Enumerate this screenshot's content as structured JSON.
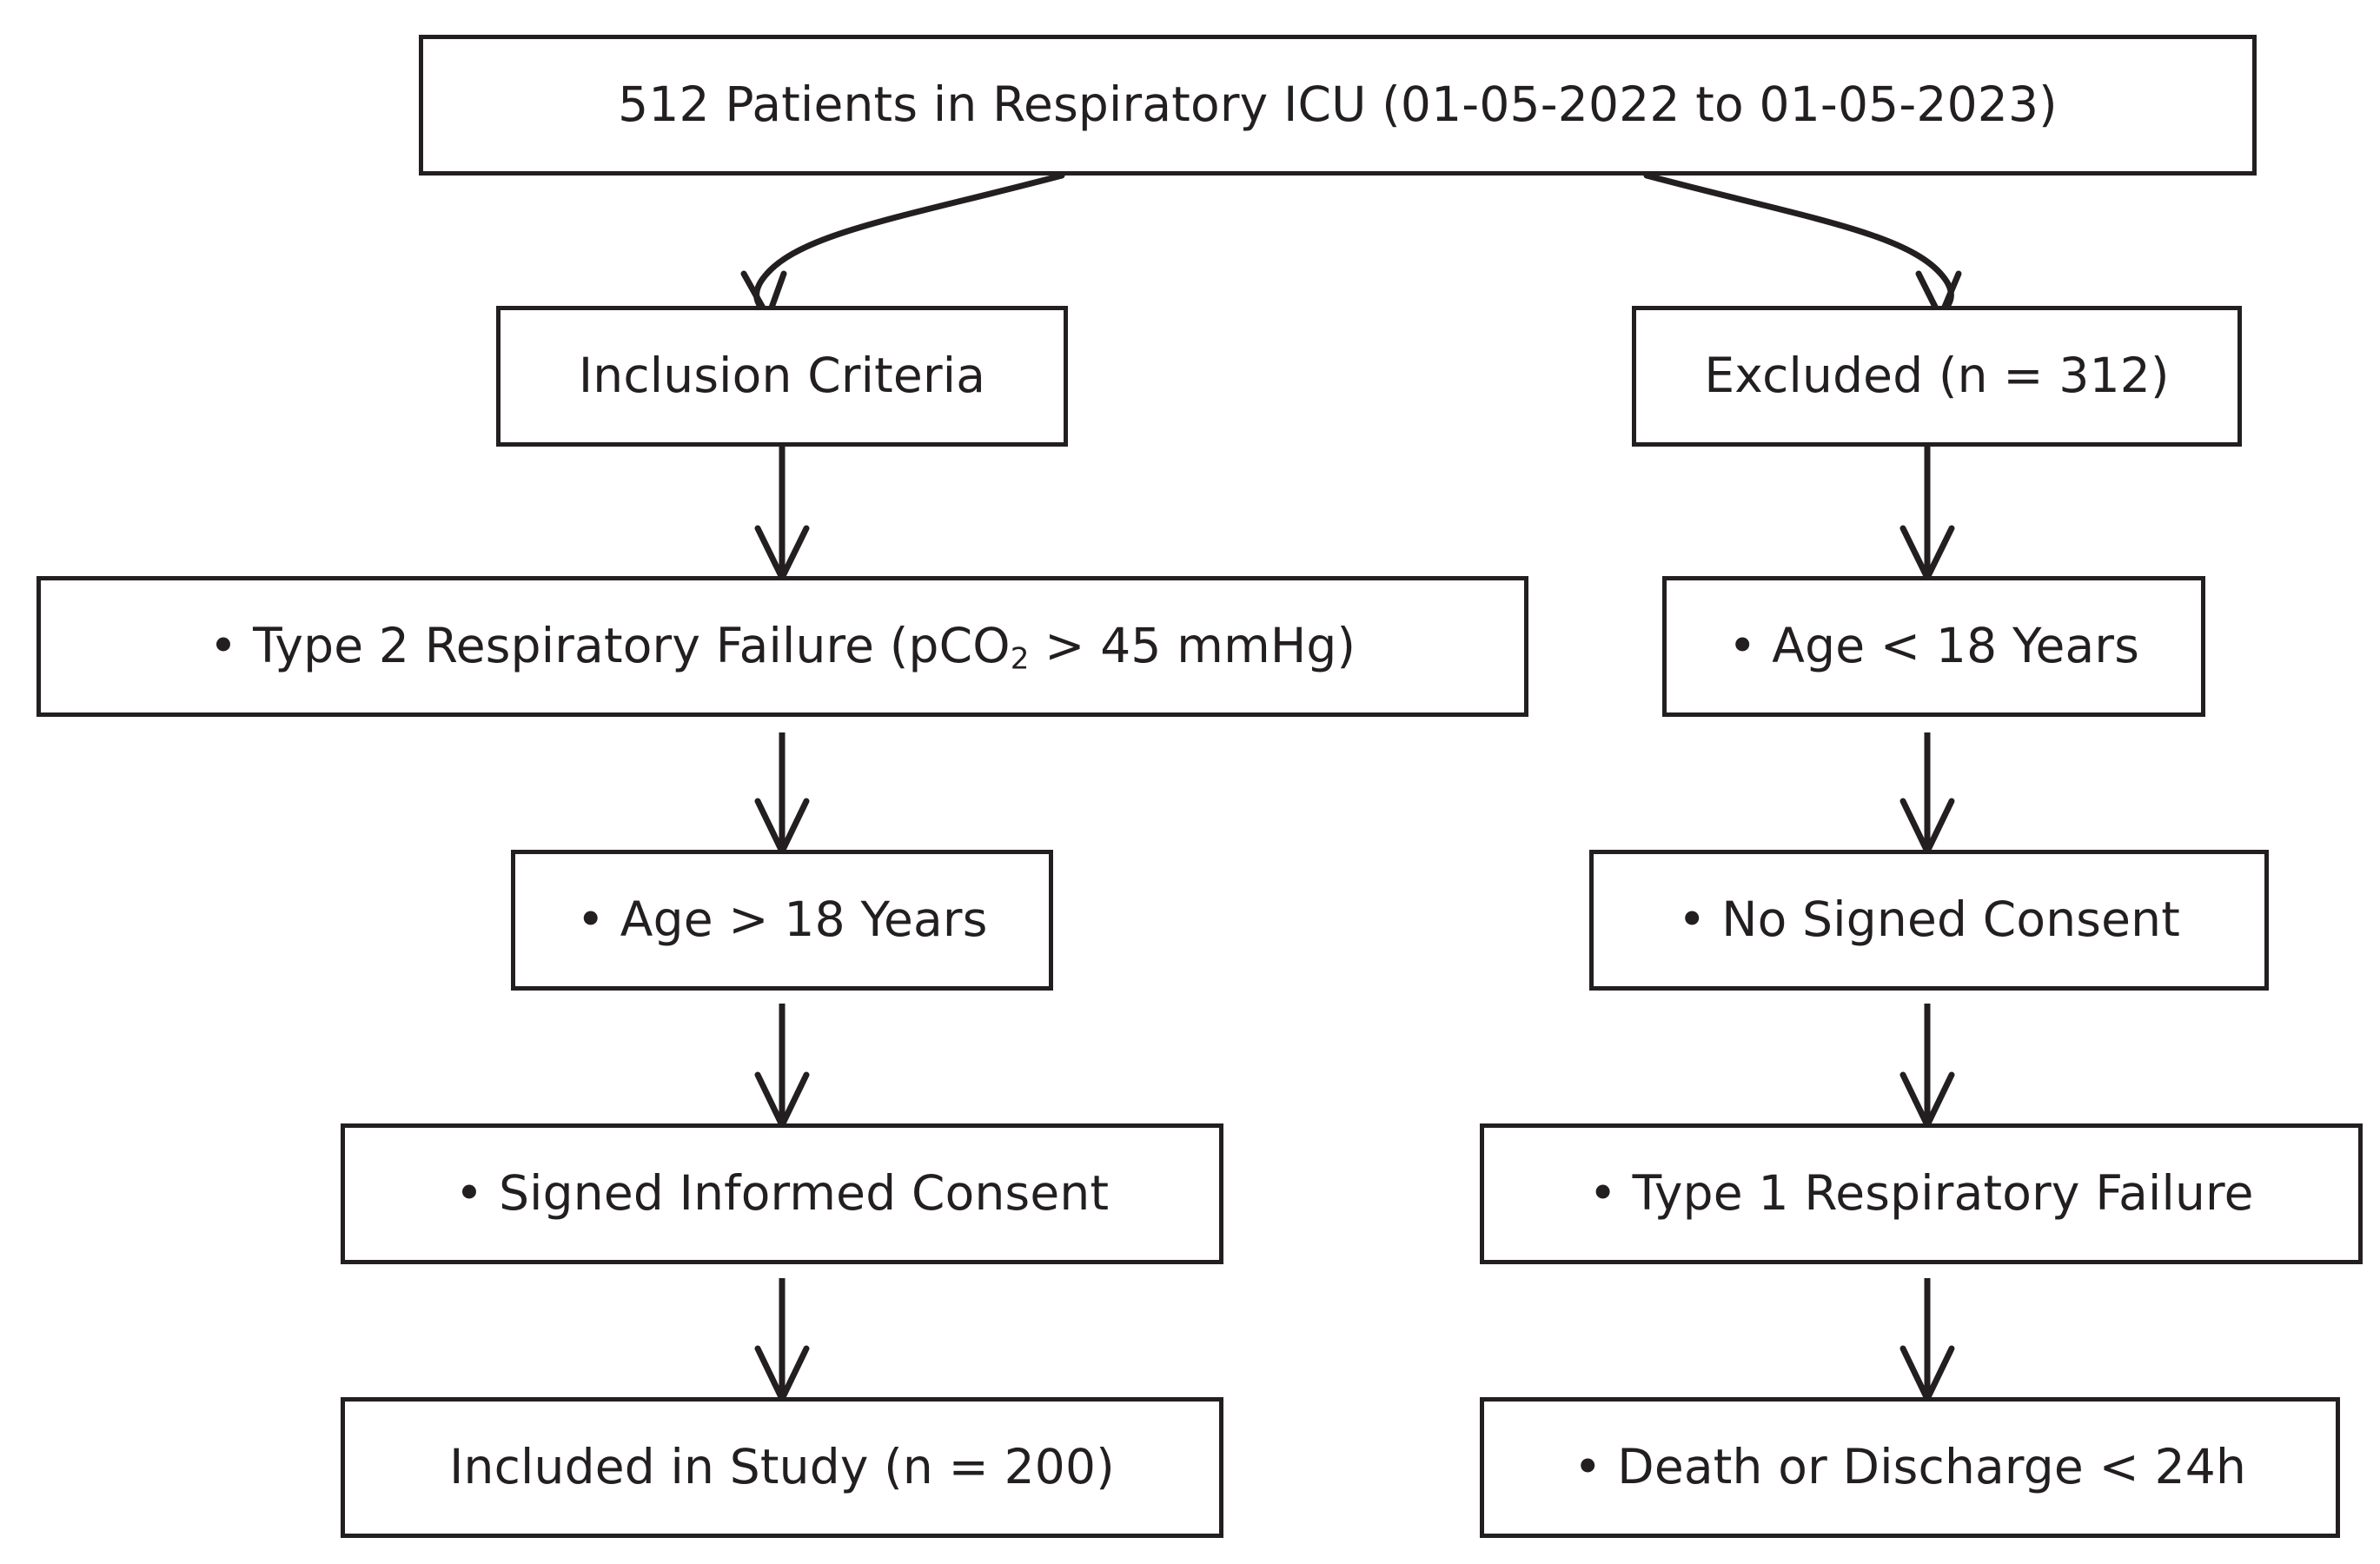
{
  "diagram": {
    "type": "flowchart",
    "title": "Patient selection flow diagram",
    "orientation": "top-down, two branches",
    "colors": {
      "stroke": "#231f20",
      "fill": "#ffffff",
      "text": "#231f20"
    },
    "root": {
      "id": "root",
      "label": "512 Patients in Respiratory ICU (01-05-2022 to 01-05-2023)",
      "count": 512,
      "date_start": "01-05-2022",
      "date_end": "01-05-2023"
    },
    "branches": [
      {
        "id": "inclusion-branch",
        "side": "left",
        "header": {
          "id": "inclusion-criteria",
          "label": "Inclusion Criteria"
        },
        "steps": [
          {
            "id": "inclusion-step-1",
            "label": "• Type 2 Respiratory Failure (pCO",
            "label_sub": "2",
            "label_tail": " > 45 mmHg)",
            "plain": "• Type 2 Respiratory Failure (pCO2 > 45 mmHg)"
          },
          {
            "id": "inclusion-step-2",
            "label": "• Age > 18 Years"
          },
          {
            "id": "inclusion-step-3",
            "label": "• Signed Informed Consent"
          }
        ],
        "outcome": {
          "id": "included-in-study",
          "label": "Included in Study (n = 200)",
          "count": 200
        }
      },
      {
        "id": "exclusion-branch",
        "side": "right",
        "header": {
          "id": "excluded",
          "label": "Excluded (n = 312)",
          "count": 312
        },
        "steps": [
          {
            "id": "exclusion-step-1",
            "label": "• Age < 18 Years"
          },
          {
            "id": "exclusion-step-2",
            "label": "• No Signed Consent"
          },
          {
            "id": "exclusion-step-3",
            "label": "• Type 1 Respiratory Failure"
          }
        ],
        "outcome": {
          "id": "death-or-discharge",
          "label": "• Death or Discharge < 24h"
        }
      }
    ]
  }
}
